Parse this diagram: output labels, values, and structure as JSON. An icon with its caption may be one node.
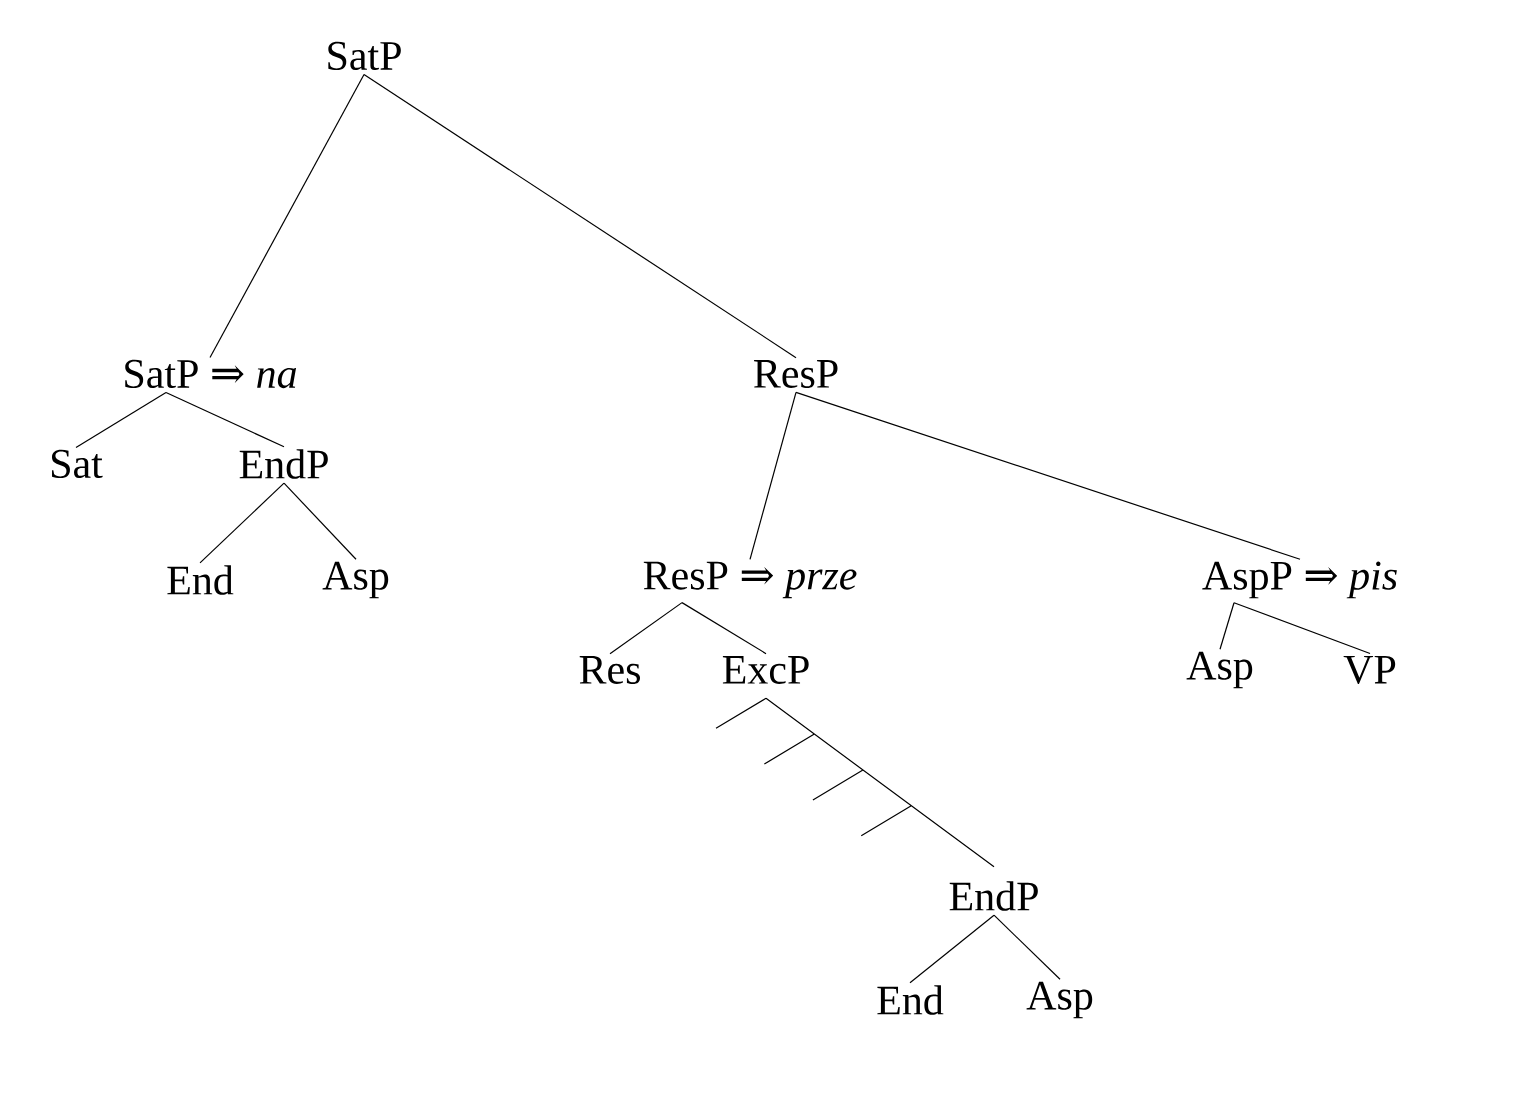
{
  "diagram": {
    "nodes": [
      {
        "text": [
          "SatP"
        ]
      },
      {
        "text": [
          "SatP ⇒ *na*"
        ]
      },
      {
        "text": [
          "ResP"
        ]
      },
      {
        "text": [
          "Sat"
        ]
      },
      {
        "text": [
          "EndP"
        ]
      },
      {
        "text": [
          "End"
        ]
      },
      {
        "text": [
          "Asp"
        ]
      },
      {
        "text": [
          "ResP ⇒ *prze*"
        ]
      },
      {
        "text": [
          "AspP ⇒ *pis*"
        ]
      },
      {
        "text": [
          "Res"
        ]
      },
      {
        "text": [
          "ExcP"
        ]
      },
      {
        "text": [
          "Asp"
        ]
      },
      {
        "text": [
          "VP"
        ]
      },
      {
        "text": [
          "EndP"
        ]
      },
      {
        "text": [
          "End"
        ]
      },
      {
        "text": [
          "Asp"
        ]
      }
    ],
    "edges": [
      {
        "from": 0,
        "to": 1,
        "arrow": "none"
      },
      {
        "from": 0,
        "to": 2,
        "arrow": "none"
      },
      {
        "from": 1,
        "to": 3,
        "arrow": "none"
      },
      {
        "from": 1,
        "to": 4,
        "arrow": "none"
      },
      {
        "from": 4,
        "to": 5,
        "arrow": "none"
      },
      {
        "from": 4,
        "to": 6,
        "arrow": "none"
      },
      {
        "from": 2,
        "to": 7,
        "arrow": "none"
      },
      {
        "from": 2,
        "to": 8,
        "arrow": "none"
      },
      {
        "from": 7,
        "to": 9,
        "arrow": "none"
      },
      {
        "from": 7,
        "to": 10,
        "arrow": "none"
      },
      {
        "from": 8,
        "to": 11,
        "arrow": "none"
      },
      {
        "from": 8,
        "to": 12,
        "arrow": "none"
      },
      {
        "from": 10,
        "to": 13,
        "arrow": "none"
      },
      {
        "from": 13,
        "to": 14,
        "arrow": "none"
      },
      {
        "from": 13,
        "to": 15,
        "arrow": "none"
      }
    ]
  }
}
